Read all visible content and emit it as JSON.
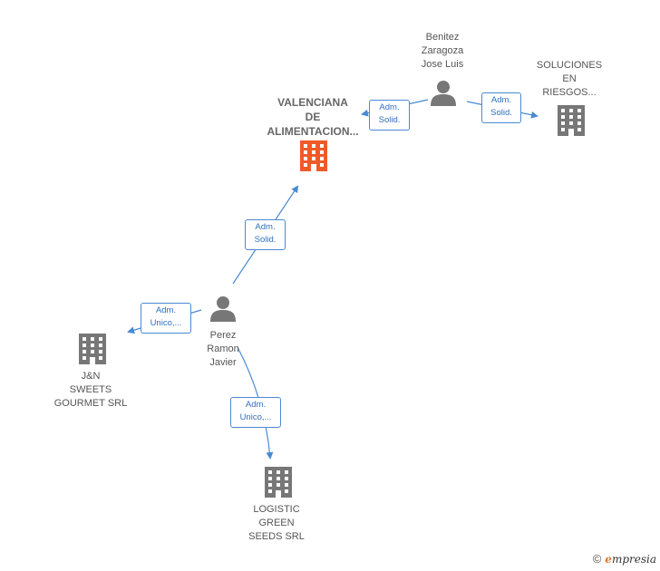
{
  "nodes": {
    "valenciana": {
      "label": "VALENCIANA\nDE\nALIMENTACION...",
      "type": "company",
      "highlight": true
    },
    "benitez": {
      "label": "Benitez\nZaragoza\nJose Luis",
      "type": "person"
    },
    "soluciones": {
      "label": "SOLUCIONES\nEN\nRIESGOS...",
      "type": "company"
    },
    "perez": {
      "label": "Perez\nRamon\nJavier",
      "type": "person"
    },
    "jn": {
      "label": "J&N\nSWEETS\nGOURMET SRL",
      "type": "company"
    },
    "logistic": {
      "label": "LOGISTIC\nGREEN\nSEEDS SRL",
      "type": "company"
    }
  },
  "edges": {
    "benitez_valenciana": "Adm.\nSolid.",
    "benitez_soluciones": "Adm.\nSolid.",
    "perez_valenciana": "Adm.\nSolid.",
    "perez_jn": "Adm.\nUnico,...",
    "perez_logistic": "Adm.\nUnico,..."
  },
  "colors": {
    "highlight": "#f05a28",
    "company": "#777777",
    "person": "#777777",
    "edge": "#4a89d4"
  },
  "footer": {
    "copyright": "©",
    "brand_initial": "e",
    "brand_rest": "mpresia"
  }
}
